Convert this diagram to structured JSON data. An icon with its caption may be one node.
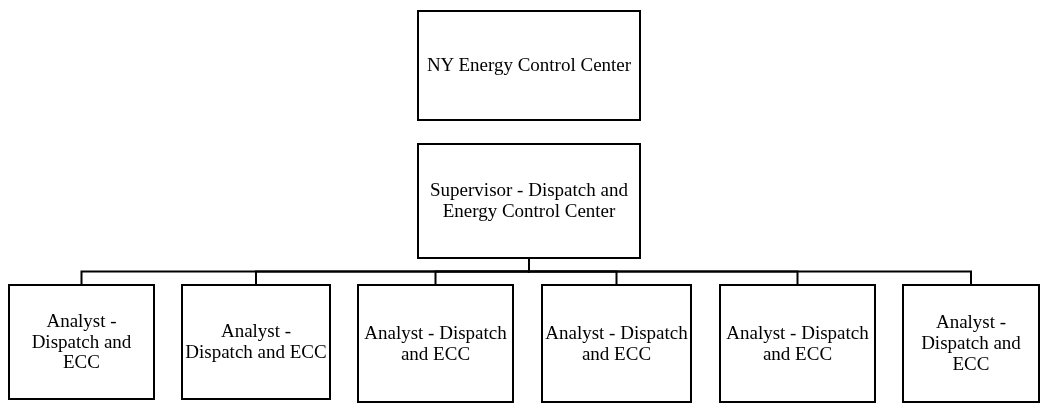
{
  "diagram": {
    "nodes": [
      {
        "text": [
          "NY Energy Control Center"
        ]
      },
      {
        "text": [
          "Supervisor - Dispatch and Energy Control Center"
        ]
      },
      {
        "text": [
          "Analyst - Dispatch and ECC"
        ]
      },
      {
        "text": [
          "Analyst - Dispatch and ECC"
        ]
      },
      {
        "text": [
          "Analyst - Dispatch and ECC"
        ]
      },
      {
        "text": [
          "Analyst - Dispatch and ECC"
        ]
      },
      {
        "text": [
          "Analyst - Dispatch and ECC"
        ]
      },
      {
        "text": [
          "Analyst - Dispatch and ECC"
        ]
      }
    ],
    "edges": [
      {
        "from": 1,
        "to": 2,
        "arrow": "none"
      },
      {
        "from": 1,
        "to": 3,
        "arrow": "none"
      },
      {
        "from": 1,
        "to": 4,
        "arrow": "none"
      },
      {
        "from": 1,
        "to": 5,
        "arrow": "none"
      },
      {
        "from": 1,
        "to": 6,
        "arrow": "none"
      },
      {
        "from": 1,
        "to": 7,
        "arrow": "none"
      }
    ]
  }
}
